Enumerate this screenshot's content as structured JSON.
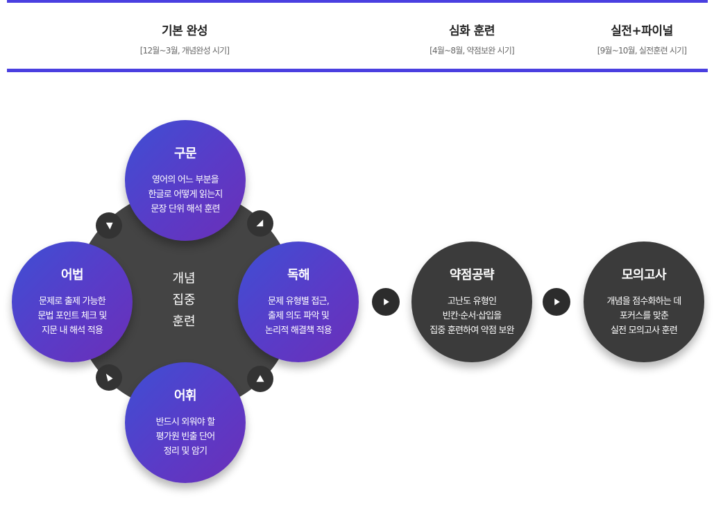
{
  "phases": [
    {
      "title": "기본 완성",
      "period": "[12월~3월, 개념완성 시기]"
    },
    {
      "title": "심화 훈련",
      "period": "[4월~8월, 약점보완 시기]"
    },
    {
      "title": "실전+파이널",
      "period": "[9월~10월, 실전훈련 시기]"
    }
  ],
  "cycle": {
    "center_lines": [
      "개념",
      "집중",
      "훈련"
    ],
    "nodes": [
      {
        "title": "구문",
        "desc": "영어의 어느 부분을\n한글로 어떻게 읽는지\n문장 단위 해석 훈련"
      },
      {
        "title": "어법",
        "desc": "문제로 출제 가능한\n문법 포인트 체크 및\n지문 내 해석 적용"
      },
      {
        "title": "독해",
        "desc": "문제 유형별 접근,\n출제 의도 파악 및\n논리적 해결책 적용"
      },
      {
        "title": "어휘",
        "desc": "반드시 외워야 할\n평가원 빈출 단어\n정리 및 암기"
      }
    ]
  },
  "steps": [
    {
      "title": "약점공략",
      "desc": "고난도 유형인\n빈칸·순서·삽입을\n집중 훈련하여 약점 보완"
    },
    {
      "title": "모의고사",
      "desc": "개념을 점수화하는 데\n포커스를 맞춘\n실전 모의고사 훈련"
    }
  ],
  "icons": {
    "cycle_arrow": "triangle-arrow-icon",
    "step_arrow": "play-arrow-icon"
  },
  "colors": {
    "accent": "#4a3fe0",
    "bubble_start": "#3e4fd4",
    "bubble_end": "#6b2fb8",
    "dark": "#3b3b3b"
  }
}
